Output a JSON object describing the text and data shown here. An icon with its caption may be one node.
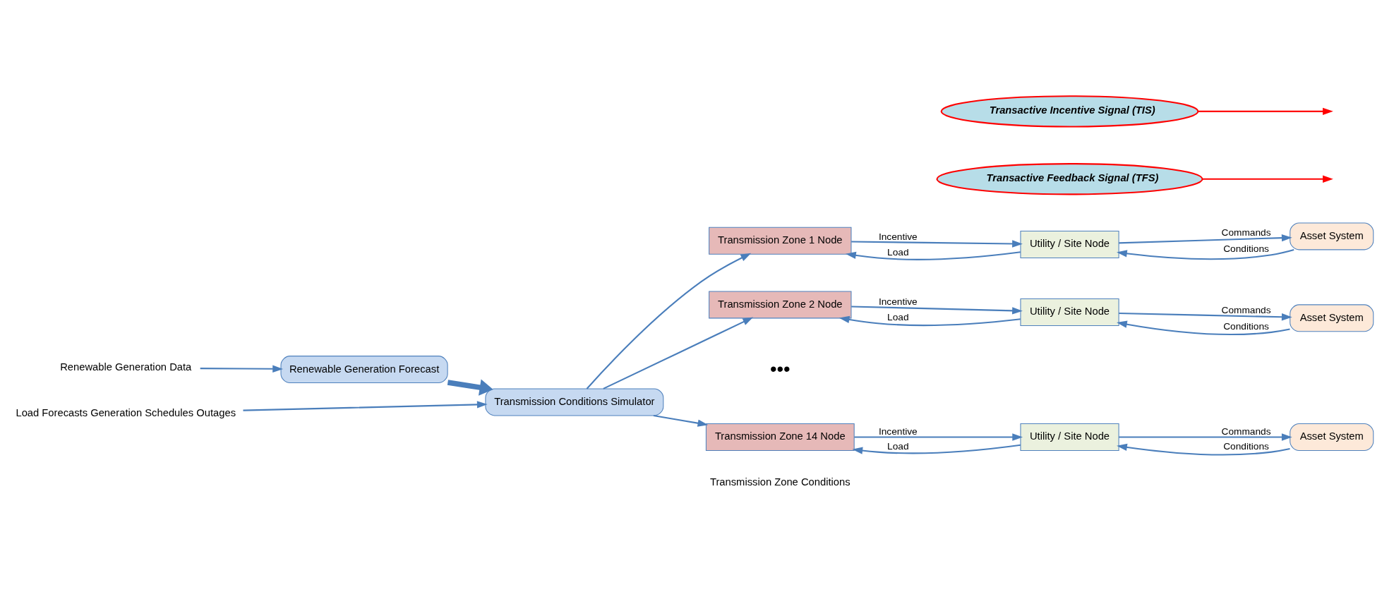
{
  "diagram": {
    "nodes": [
      {
        "text": [
          "Renewable Generation Data"
        ]
      },
      {
        "text": [
          "Renewable Generation Forecast"
        ]
      },
      {
        "text": [
          "Load Forecasts Generation Schedules Outages"
        ]
      },
      {
        "text": [
          "Transmission Conditions Simulator"
        ]
      },
      {
        "text": [
          "Transmission Zone 1 Node"
        ]
      },
      {
        "text": [
          "Utility / Site Node"
        ]
      },
      {
        "text": [
          "Asset System"
        ]
      },
      {
        "text": [
          "Transmission Zone 2 Node"
        ]
      },
      {
        "text": [
          "Utility / Site Node"
        ]
      },
      {
        "text": [
          "Asset System"
        ]
      },
      {
        "text": [
          "Transmission Zone 14 Node"
        ]
      },
      {
        "text": [
          "Utility / Site Node"
        ]
      },
      {
        "text": [
          "Asset System"
        ]
      },
      {
        "text": [
          "Transactive Incentive Signal (TIS)"
        ]
      },
      {
        "text": [
          "Transactive Feedback Signal (TFS)"
        ]
      }
    ],
    "edges": [
      {
        "from": 0,
        "to": 1,
        "arrow": "to"
      },
      {
        "from": 1,
        "to": 3,
        "arrow": "to",
        "style": "thick"
      },
      {
        "from": 2,
        "to": 3,
        "arrow": "to"
      },
      {
        "from": 3,
        "to": 4,
        "arrow": "to"
      },
      {
        "from": 3,
        "to": 7,
        "arrow": "to"
      },
      {
        "from": 3,
        "to": 10,
        "arrow": "to"
      },
      {
        "from": 4,
        "to": 5,
        "arrow": "to",
        "label": "Incentive"
      },
      {
        "from": 5,
        "to": 4,
        "arrow": "to",
        "label": "Load"
      },
      {
        "from": 5,
        "to": 6,
        "arrow": "to",
        "label": "Commands"
      },
      {
        "from": 6,
        "to": 5,
        "arrow": "to",
        "label": "Conditions"
      },
      {
        "from": 7,
        "to": 8,
        "arrow": "to",
        "label": "Incentive"
      },
      {
        "from": 8,
        "to": 7,
        "arrow": "to",
        "label": "Load"
      },
      {
        "from": 8,
        "to": 9,
        "arrow": "to",
        "label": "Commands"
      },
      {
        "from": 9,
        "to": 8,
        "arrow": "to",
        "label": "Conditions"
      },
      {
        "from": 10,
        "to": 11,
        "arrow": "to",
        "label": "Incentive"
      },
      {
        "from": 11,
        "to": 10,
        "arrow": "to",
        "label": "Load"
      },
      {
        "from": 11,
        "to": 12,
        "arrow": "to",
        "label": "Commands"
      },
      {
        "from": 12,
        "to": 11,
        "arrow": "to",
        "label": "Conditions"
      },
      {
        "from": 13,
        "to": null,
        "arrow": "to",
        "color": "#ff0000"
      },
      {
        "from": 14,
        "to": null,
        "arrow": "to",
        "color": "#ff0000"
      }
    ],
    "labels": [
      "•••",
      "Transmission Zone Conditions"
    ]
  }
}
